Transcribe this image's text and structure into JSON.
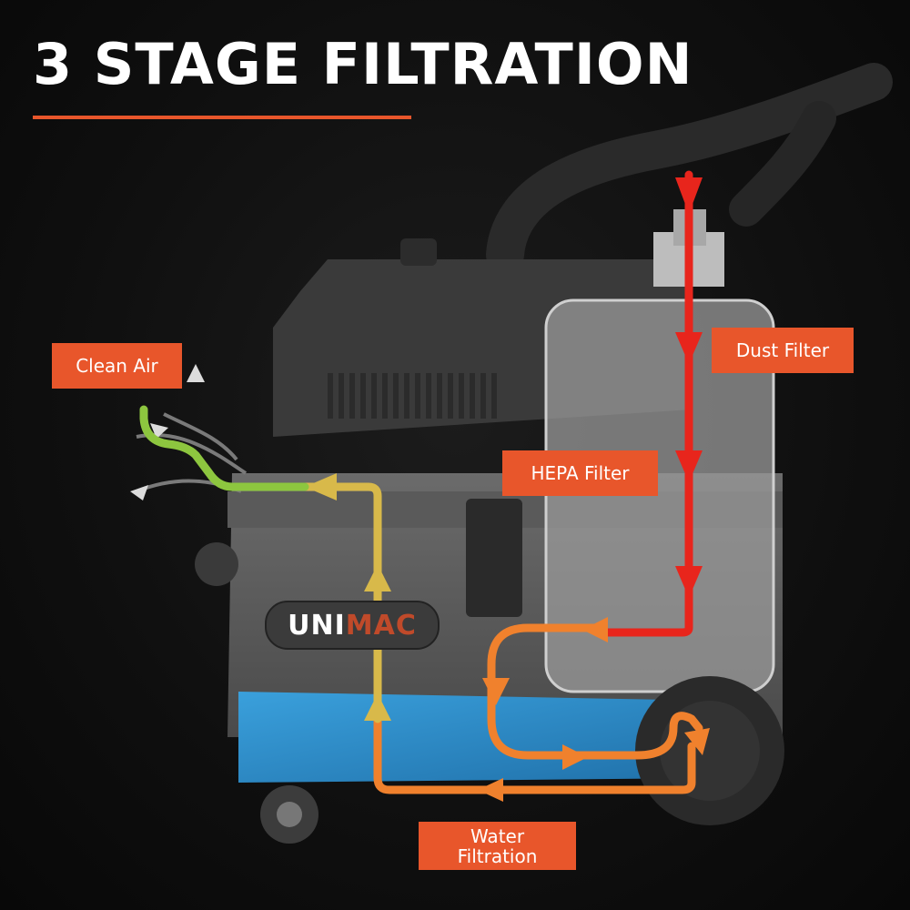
{
  "header": {
    "title": "3 STAGE FILTRATION"
  },
  "product": {
    "brand_prefix": "UNI",
    "brand_suffix": "MAC"
  },
  "labels": {
    "clean_air": "Clean Air",
    "dust_filter": "Dust Filter",
    "hepa_filter": "HEPA Filter",
    "water_filtration_line1": "Water",
    "water_filtration_line2": "Filtration"
  },
  "colors": {
    "accent": "#e8562b",
    "intake_flow": "#e8251c",
    "water_flow": "#f0812d",
    "exhaust_flow": "#d8b94a",
    "clean_flow": "#8dc63f",
    "water_tank": "#2f8fce"
  }
}
